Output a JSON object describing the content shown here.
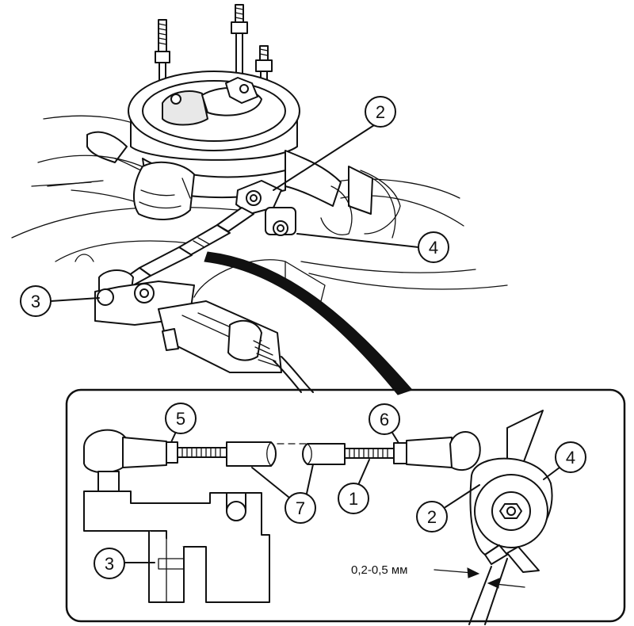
{
  "callouts": {
    "c2_top": "2",
    "c3_top": "3",
    "c4_top": "4",
    "c5": "5",
    "c6": "6",
    "c7": "7",
    "c1": "1",
    "c4_detail": "4",
    "c2_detail": "2",
    "c3_detail": "3"
  },
  "dimension": {
    "gap_label": "0,2-0,5 мм"
  }
}
